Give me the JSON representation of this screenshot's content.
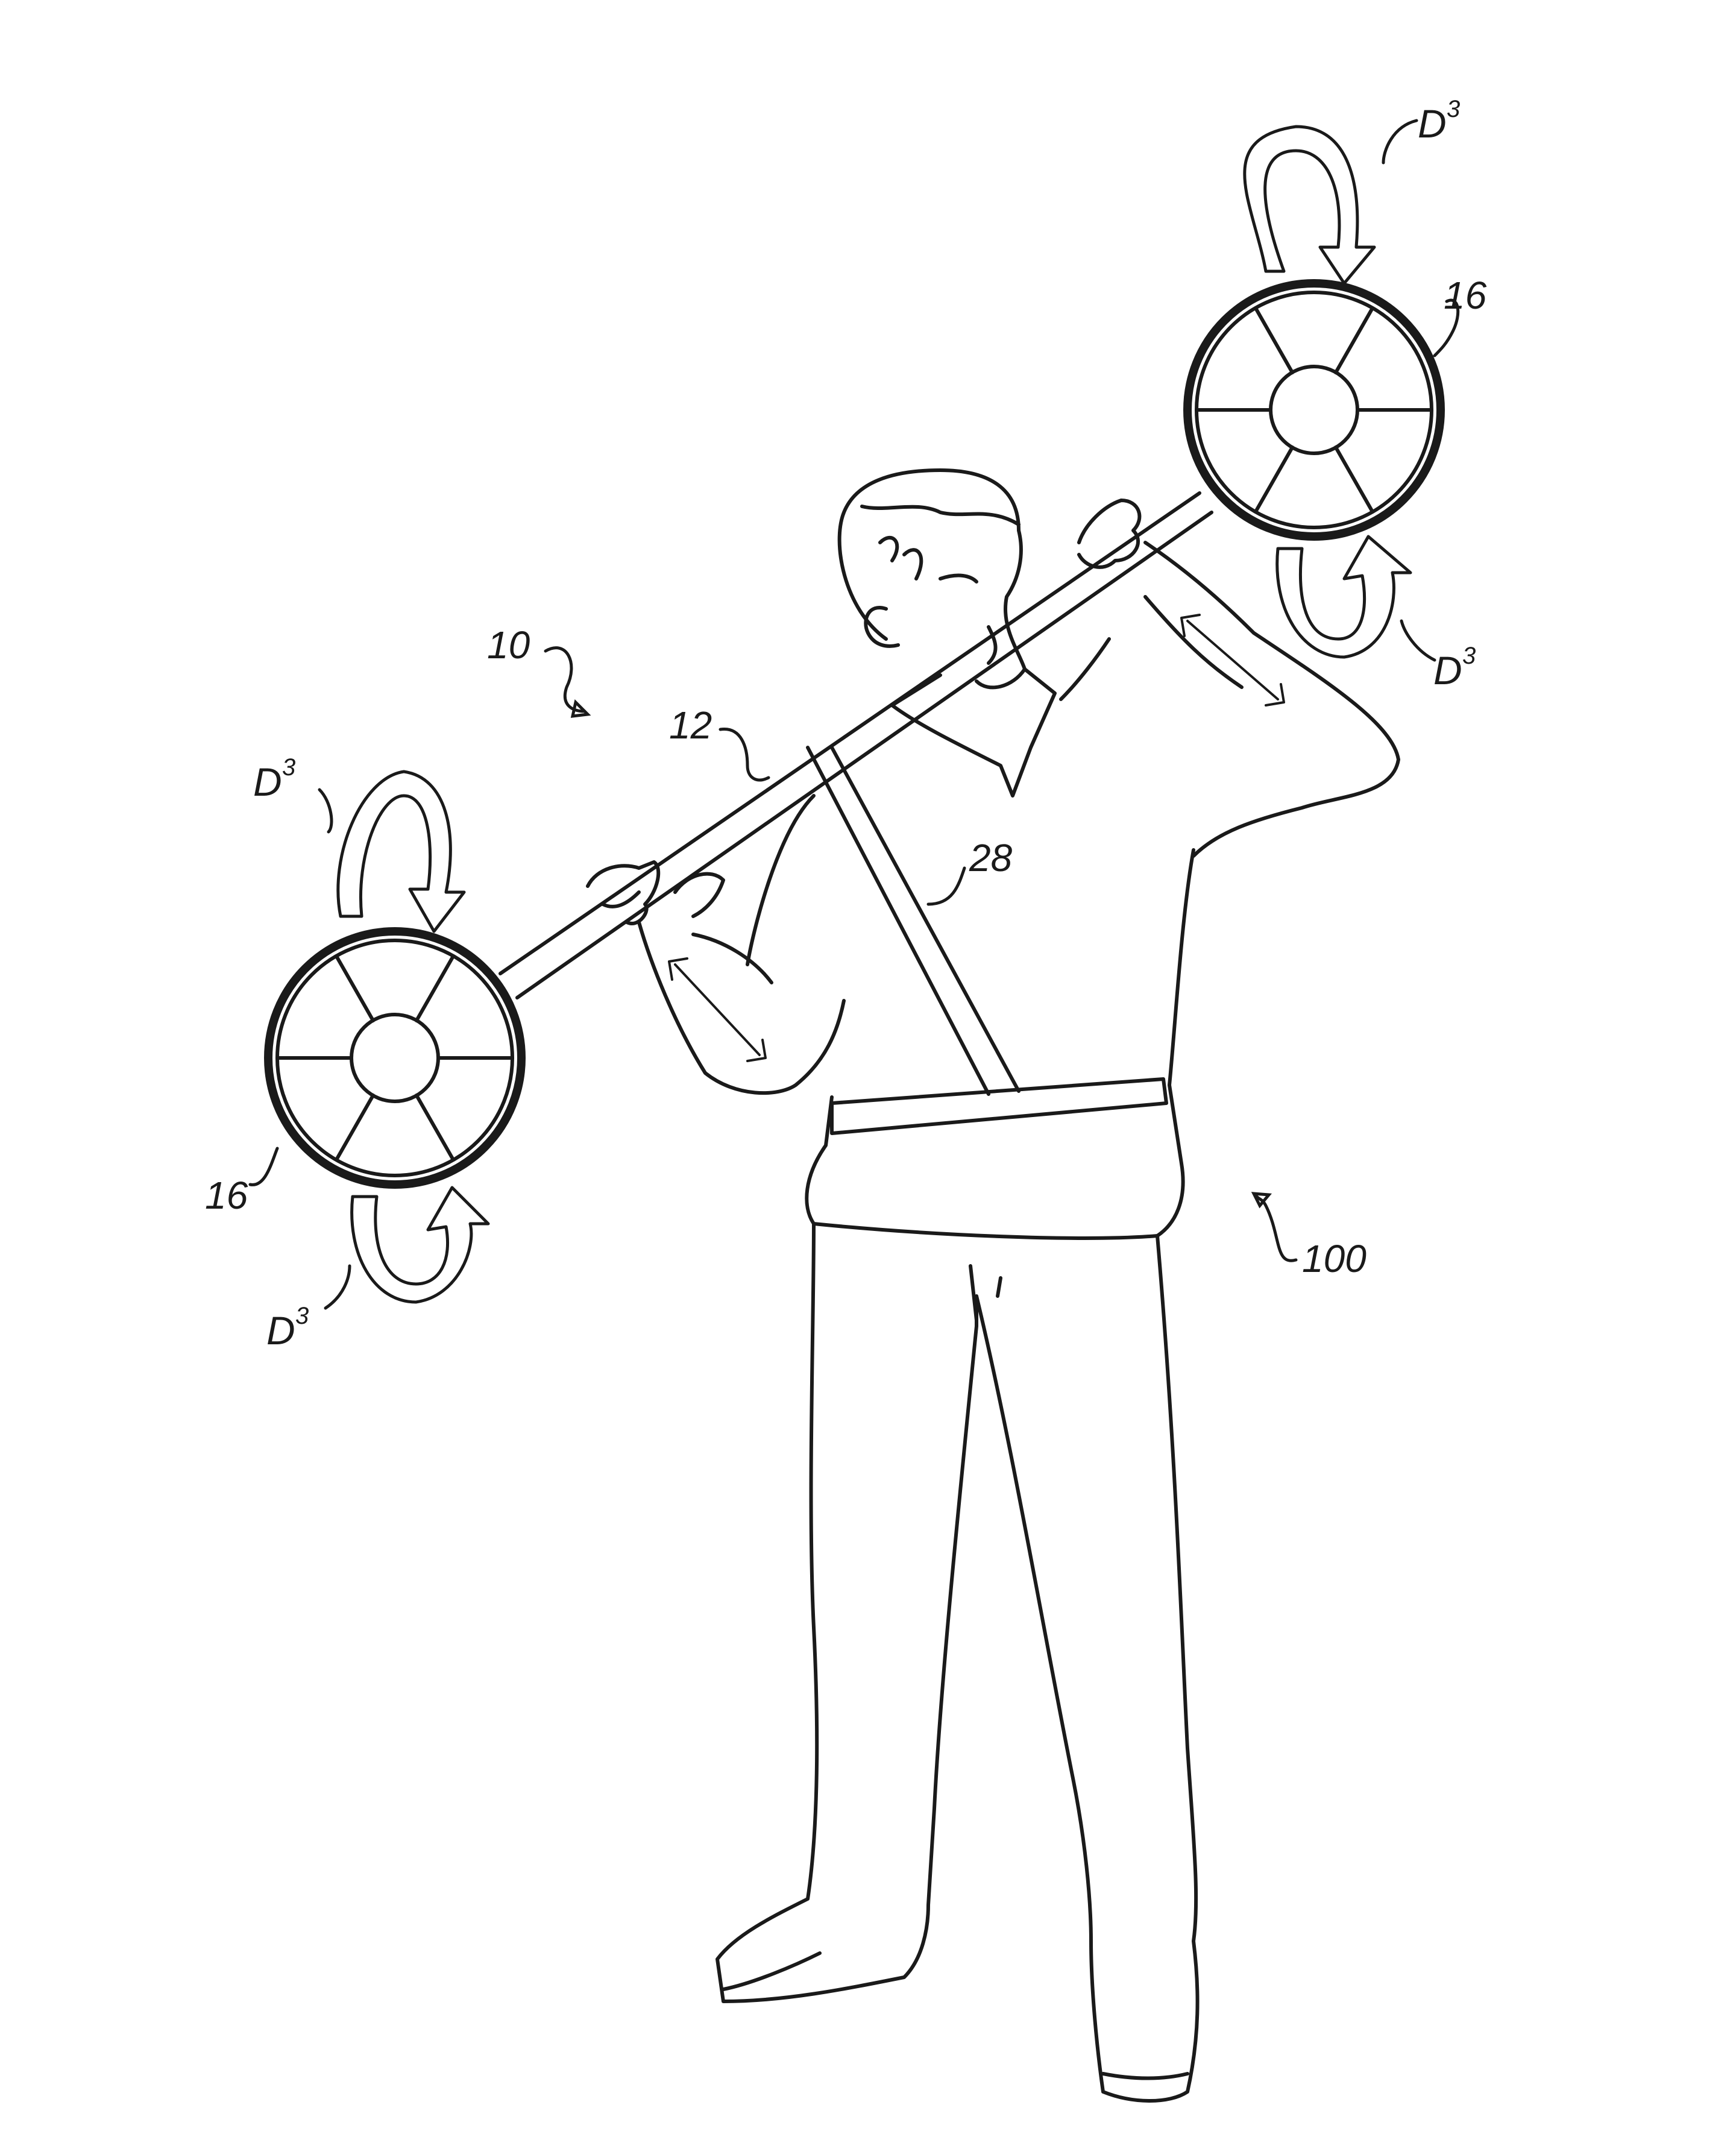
{
  "labels": {
    "device": "10",
    "bar": "12",
    "wheel_right": "16",
    "wheel_left": "16",
    "strap": "28",
    "user": "100",
    "direction": "D",
    "direction_sup": "3"
  }
}
